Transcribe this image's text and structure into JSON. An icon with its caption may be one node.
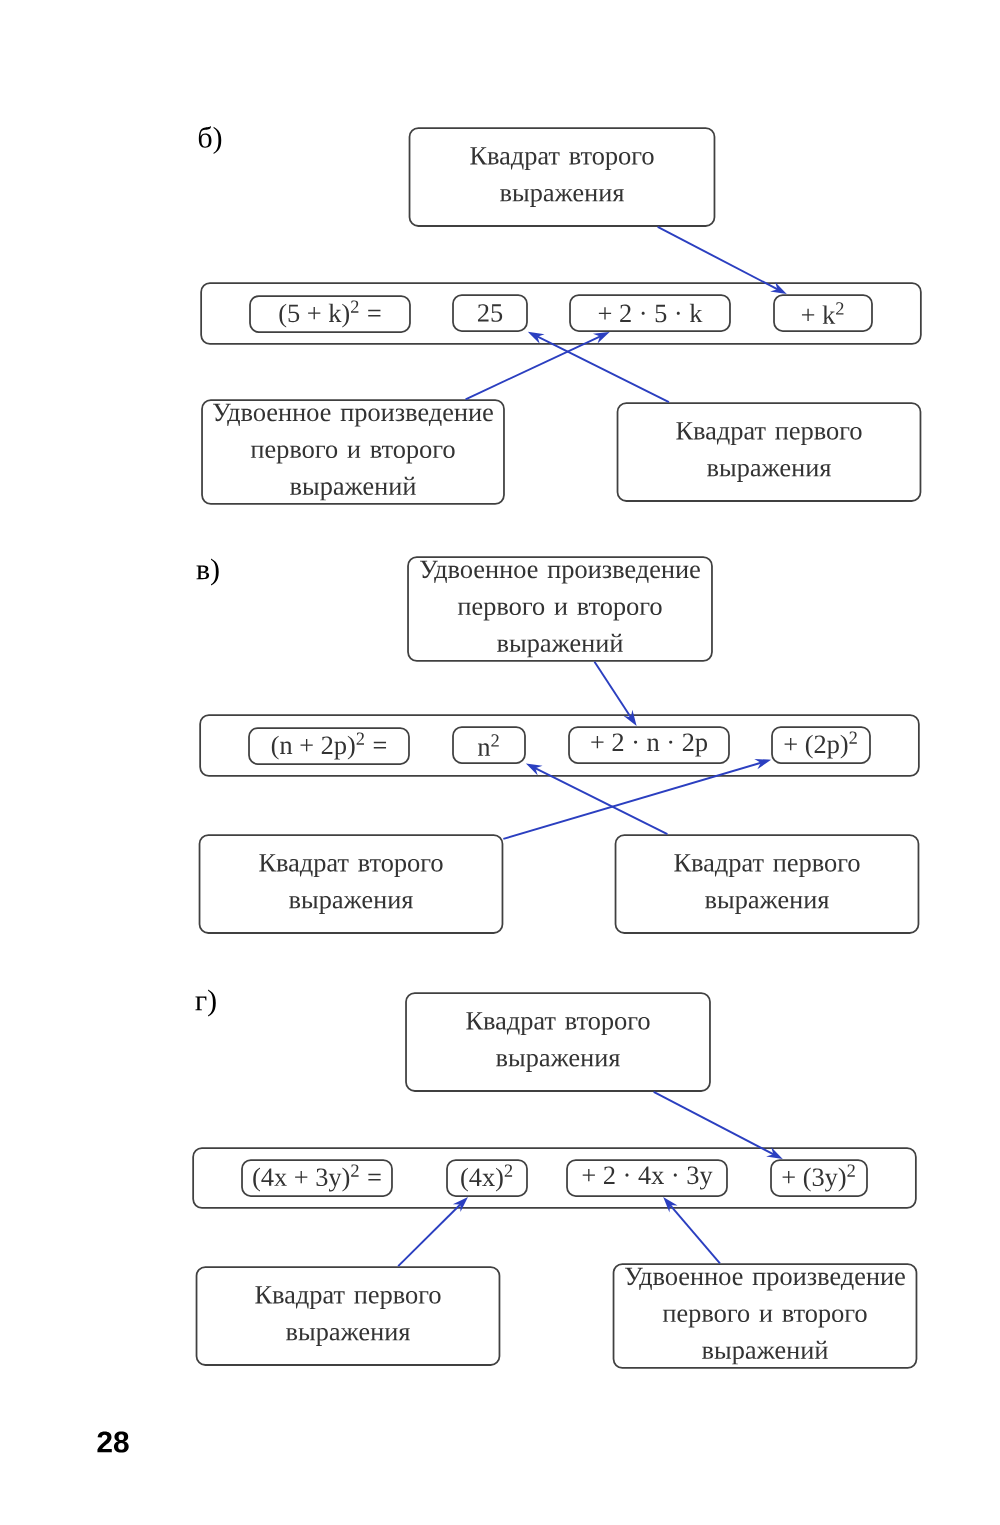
{
  "diagram": {
    "nodes": [
      {
        "text": [
          "Квадрат второго выражения"
        ]
      },
      {
        "text": [],
        "shape": "box"
      },
      {
        "text": [
          "(5 + k)$^{2}$ ="
        ],
        "in": 1
      },
      {
        "text": [
          "25"
        ],
        "in": 1
      },
      {
        "text": [
          "+ 2 · 5 · k"
        ],
        "in": 1
      },
      {
        "text": [
          "+ k$^{2}$"
        ],
        "in": 1
      },
      {
        "text": [
          "Удвоенное произведение первого и второго выражений"
        ]
      },
      {
        "text": [
          "Квадрат первого выражения"
        ]
      },
      {
        "text": [
          "Удвоенное произведение первого и второго выражений"
        ]
      },
      {
        "text": [],
        "shape": "box"
      },
      {
        "text": [
          "(n + 2p)$^{2}$ ="
        ],
        "in": 9
      },
      {
        "text": [
          "n$^{2}$"
        ],
        "in": 9
      },
      {
        "text": [
          "+ 2 · n · 2p"
        ],
        "in": 9
      },
      {
        "text": [
          "+ (2p)$^{2}$"
        ],
        "in": 9
      },
      {
        "text": [
          "Квадрат второго выражения"
        ]
      },
      {
        "text": [
          "Квадрат первого выражения"
        ]
      },
      {
        "text": [
          "Квадрат второго выражения"
        ]
      },
      {
        "text": [],
        "shape": "box"
      },
      {
        "text": [
          "(4x + 3y)$^{2}$ ="
        ],
        "in": 17
      },
      {
        "text": [
          "(4x)$^{2}$"
        ],
        "in": 17
      },
      {
        "text": [
          "+ 2 · 4x · 3y"
        ],
        "in": 17
      },
      {
        "text": [
          "+ (3y)$^{2}$"
        ],
        "in": 17
      },
      {
        "text": [
          "Квадрат первого выражения"
        ]
      },
      {
        "text": [
          "Удвоенное произведение первого и второго выражений"
        ]
      }
    ],
    "edges": [
      {
        "from": 0,
        "to": 5,
        "arrow": "to"
      },
      {
        "from": 6,
        "to": 4,
        "arrow": "to"
      },
      {
        "from": 7,
        "to": 3,
        "arrow": "to"
      },
      {
        "from": 8,
        "to": 12,
        "arrow": "to"
      },
      {
        "from": 14,
        "to": 13,
        "arrow": "to"
      },
      {
        "from": 15,
        "to": 11,
        "arrow": "to"
      },
      {
        "from": 16,
        "to": 21,
        "arrow": "to"
      },
      {
        "from": 22,
        "to": 19,
        "arrow": "to"
      },
      {
        "from": 23,
        "to": 20,
        "arrow": "to"
      }
    ],
    "labels": [
      "б)",
      "в)",
      "г)",
      "28"
    ]
  }
}
